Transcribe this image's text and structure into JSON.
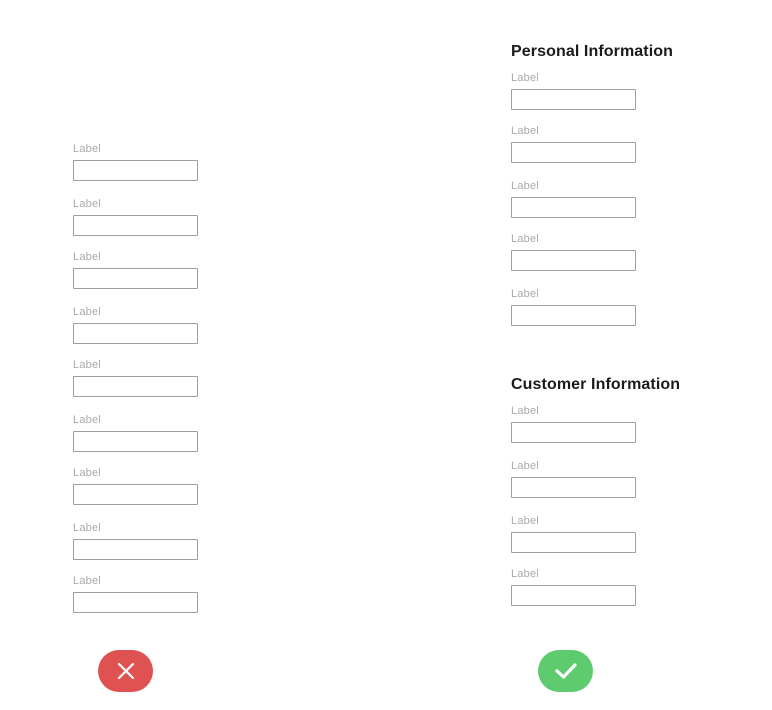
{
  "bad_example": {
    "fields": [
      {
        "label": "Label",
        "value": ""
      },
      {
        "label": "Label",
        "value": ""
      },
      {
        "label": "Label",
        "value": ""
      },
      {
        "label": "Label",
        "value": ""
      },
      {
        "label": "Label",
        "value": ""
      },
      {
        "label": "Label",
        "value": ""
      },
      {
        "label": "Label",
        "value": ""
      },
      {
        "label": "Label",
        "value": ""
      },
      {
        "label": "Label",
        "value": ""
      }
    ],
    "badge": {
      "icon": "cross-icon",
      "color": "#e05252"
    }
  },
  "good_example": {
    "sections": [
      {
        "title": "Personal Information",
        "fields": [
          {
            "label": "Label",
            "value": ""
          },
          {
            "label": "Label",
            "value": ""
          },
          {
            "label": "Label",
            "value": ""
          },
          {
            "label": "Label",
            "value": ""
          },
          {
            "label": "Label",
            "value": ""
          }
        ]
      },
      {
        "title": "Customer Information",
        "fields": [
          {
            "label": "Label",
            "value": ""
          },
          {
            "label": "Label",
            "value": ""
          },
          {
            "label": "Label",
            "value": ""
          },
          {
            "label": "Label",
            "value": ""
          }
        ]
      }
    ],
    "badge": {
      "icon": "checkmark-icon",
      "color": "#5dcb6e"
    }
  }
}
